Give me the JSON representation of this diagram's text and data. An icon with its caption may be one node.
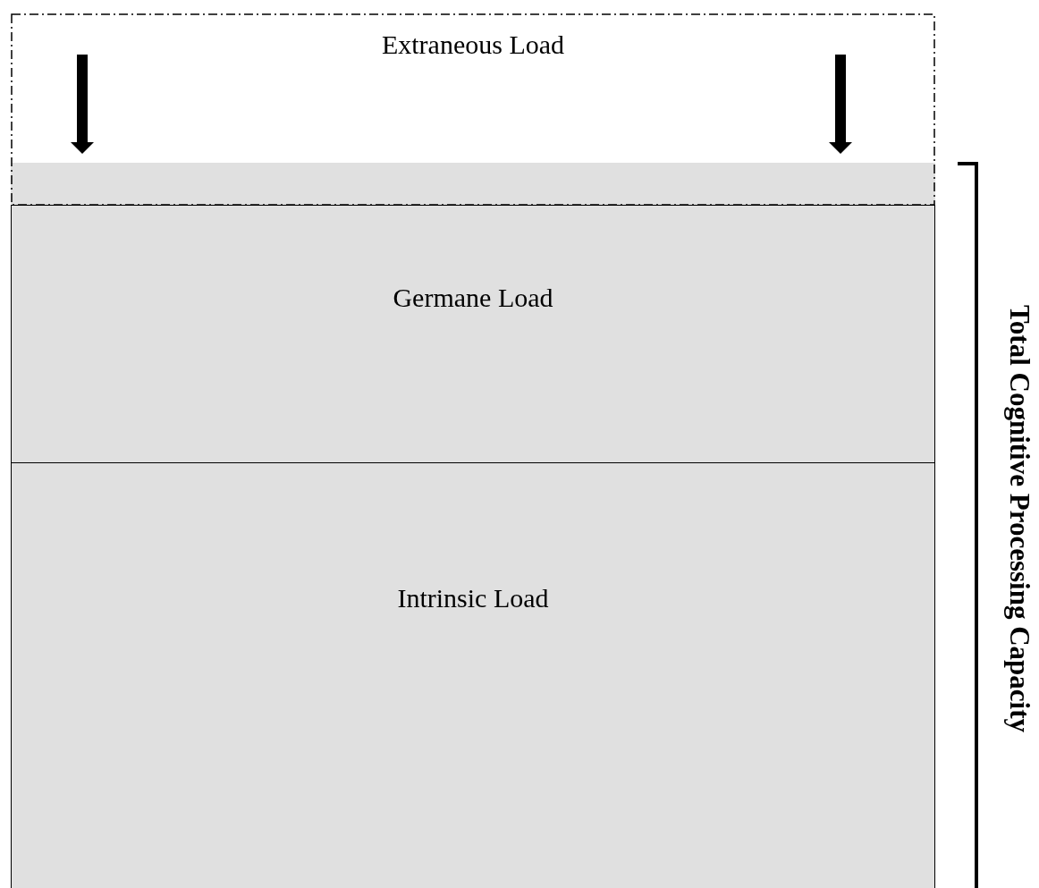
{
  "diagram": {
    "nodes": [
      {
        "text": [
          "Extraneous Load"
        ]
      },
      {
        "text": [
          "Germane Load"
        ]
      },
      {
        "text": [
          "Intrinsic Load"
        ]
      }
    ],
    "labels": [
      "Total Cognitive Processing Capacity"
    ]
  }
}
